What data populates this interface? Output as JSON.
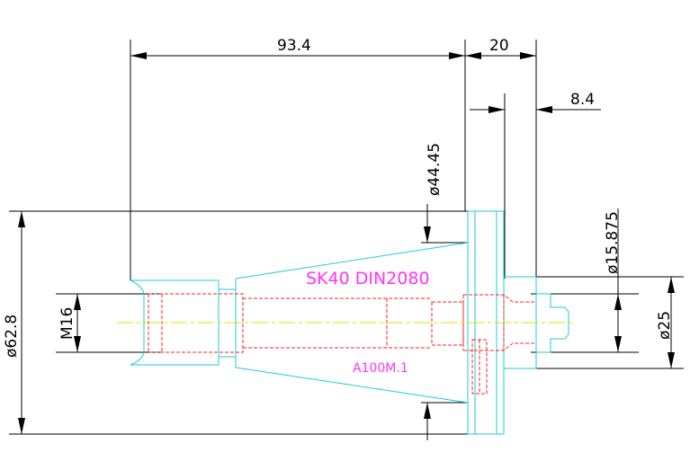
{
  "dimensions": {
    "overall_length": "93.4",
    "flange_width": "20",
    "shank_end": "8.4",
    "taper_diameter": "ø44.45",
    "flange_diameter": "ø62.8",
    "shank_diameter": "ø15.875",
    "pilot_diameter": "ø25",
    "thread": "M16"
  },
  "labels": {
    "title": "SK40  DIN2080",
    "part_number": "A100M.1"
  },
  "colors": {
    "outline": "#22c8e0",
    "hidden": "#ff2020",
    "centerline": "#e0e000",
    "dimension": "#000000",
    "text": "#ff33ff"
  }
}
